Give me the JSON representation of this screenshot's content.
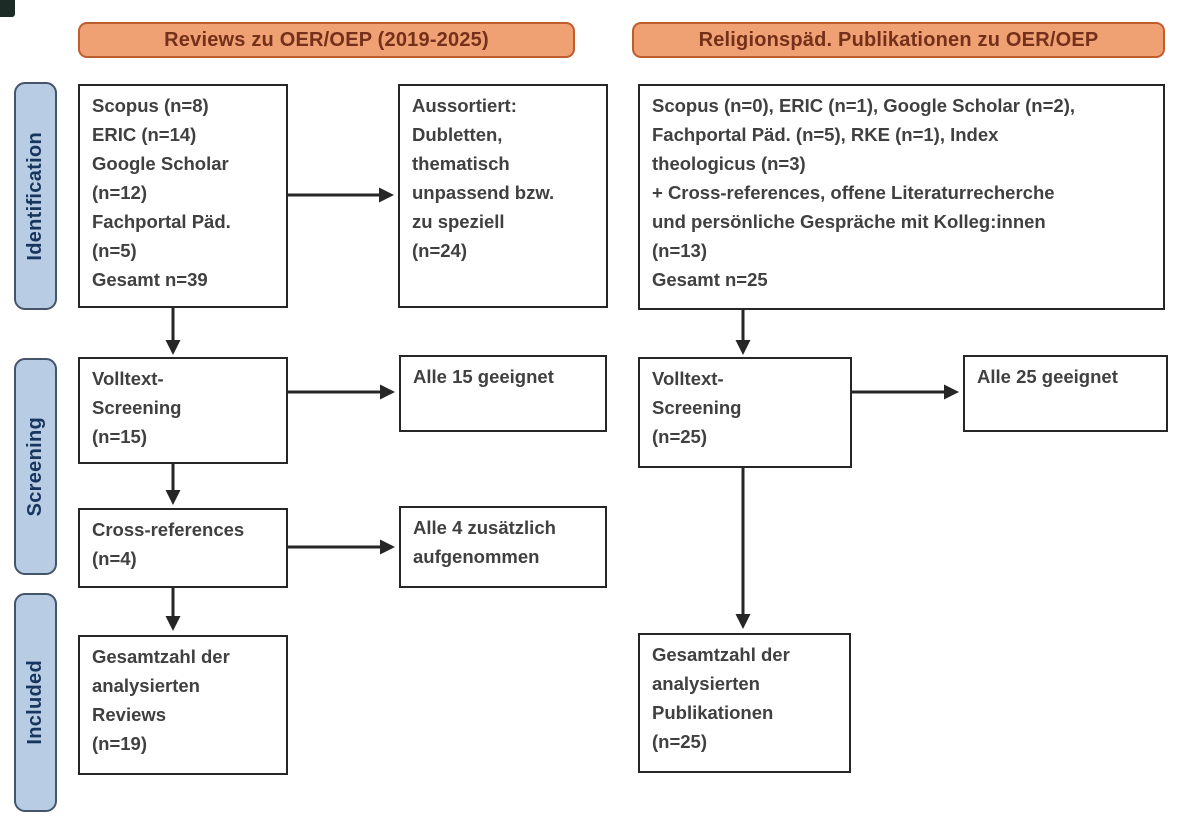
{
  "headers": {
    "left": "Reviews zu OER/OEP (2019-2025)",
    "right": "Religionspäd. Publikationen zu OER/OEP"
  },
  "stages": [
    {
      "label": "Identification"
    },
    {
      "label": "Screening"
    },
    {
      "label": "Included"
    }
  ],
  "left_column": {
    "identification_sources": "Scopus (n=8)\nERIC (n=14)\nGoogle Scholar\n(n=12)\nFachportal Päd.\n(n=5)\nGesamt n=39",
    "excluded": "Aussortiert:\nDubletten,\nthematisch\nunpassend bzw.\nzu speziell\n(n=24)",
    "fulltext_screening": "Volltext-\nScreening\n(n=15)",
    "fulltext_result": "Alle 15 geeignet",
    "cross_references": "Cross-references\n(n=4)",
    "cross_references_result": "Alle 4 zusätzlich\naufgenommen",
    "included_total": "Gesamtzahl der\nanalysierten\nReviews\n(n=19)"
  },
  "right_column": {
    "identification_sources": "Scopus (n=0), ERIC (n=1), Google Scholar (n=2),\nFachportal Päd. (n=5), RKE (n=1), Index\ntheologicus (n=3)\n+ Cross-references, offene Literaturrecherche\nund persönliche Gespräche mit Kolleg:innen\n(n=13)\nGesamt n=25",
    "fulltext_screening": "Volltext-\nScreening\n(n=25)",
    "fulltext_result": "Alle 25 geeignet",
    "included_total": "Gesamtzahl der\nanalysierten\nPublikationen\n(n=25)"
  },
  "colors": {
    "header_fill": "#f0a173",
    "header_border": "#bf5d2e",
    "header_text": "#74301a",
    "stage_fill": "#b8cce4",
    "stage_border": "#44546a",
    "stage_text": "#17365d",
    "box_border": "#262626",
    "box_text": "#404040",
    "canvas_bg": "#ffffff"
  }
}
